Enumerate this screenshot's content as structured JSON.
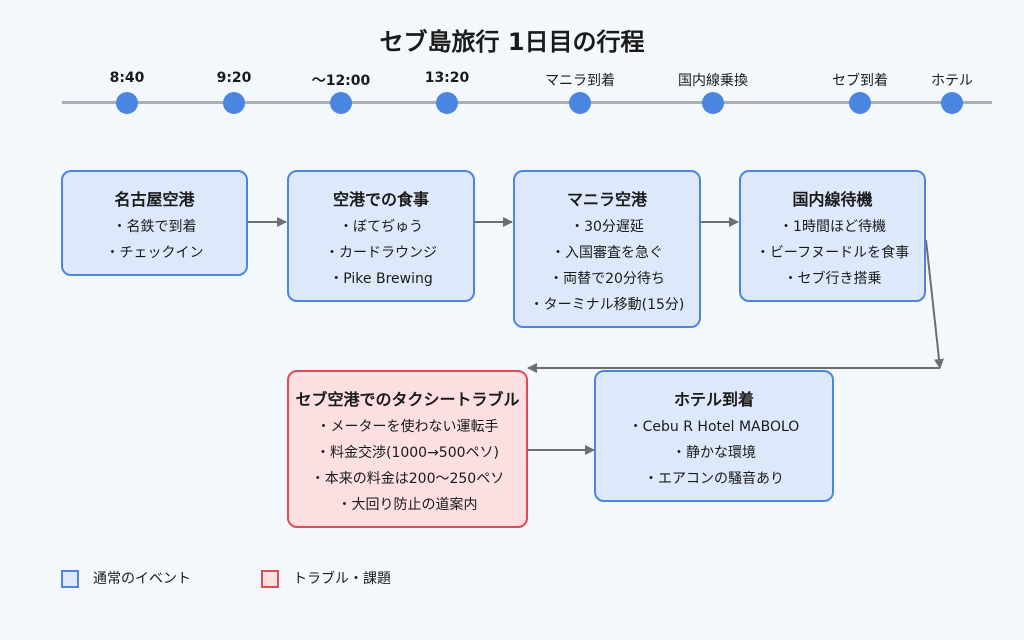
{
  "title": "セブ島旅行 1日目の行程",
  "timeline": [
    {
      "label": "8:40",
      "bold": true
    },
    {
      "label": "9:20",
      "bold": true
    },
    {
      "label": "〜12:00",
      "bold": true
    },
    {
      "label": "13:20",
      "bold": true
    },
    {
      "label": "マニラ到着",
      "bold": false
    },
    {
      "label": "国内線乗換",
      "bold": false
    },
    {
      "label": "セブ到着",
      "bold": false
    },
    {
      "label": "ホテル",
      "bold": false
    }
  ],
  "boxes": [
    {
      "title": "名古屋空港",
      "items": [
        "・名鉄で到着",
        "・チェックイン"
      ],
      "type": "normal"
    },
    {
      "title": "空港での食事",
      "items": [
        "・ぼてぢゅう",
        "・カードラウンジ",
        "・Pike Brewing"
      ],
      "type": "normal"
    },
    {
      "title": "マニラ空港",
      "items": [
        "・30分遅延",
        "・入国審査を急ぐ",
        "・両替で20分待ち",
        "・ターミナル移動(15分)"
      ],
      "type": "normal"
    },
    {
      "title": "国内線待機",
      "items": [
        "・1時間ほど待機",
        "・ビーフヌードルを食事",
        "・セブ行き搭乗"
      ],
      "type": "normal"
    },
    {
      "title": "セブ空港でのタクシートラブル",
      "items": [
        "・メーターを使わない運転手",
        "・料金交渉(1000→500ペソ)",
        "・本来の料金は200〜250ペソ",
        "・大回り防止の道案内"
      ],
      "type": "trouble"
    },
    {
      "title": "ホテル到着",
      "items": [
        "・Cebu R Hotel MABOLO",
        "・静かな環境",
        "・エアコンの騒音あり"
      ],
      "type": "normal"
    }
  ],
  "legend": [
    {
      "label": "通常のイベント",
      "type": "normal"
    },
    {
      "label": "トラブル・課題",
      "type": "trouble"
    }
  ],
  "colors": {
    "normal_border": "#4a86e0",
    "normal_fill": "#dde9fb",
    "trouble_border": "#dd4d57",
    "trouble_fill": "#fbdfe1",
    "timeline_dot": "#4a86e0",
    "arrow": "#6e6e6e"
  }
}
